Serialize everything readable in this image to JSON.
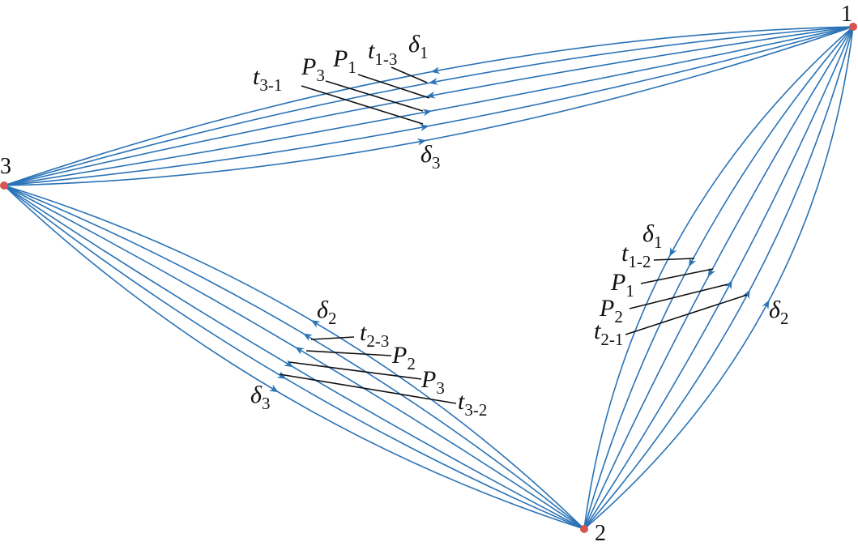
{
  "colors": {
    "curve": "#2a73b6",
    "node": "#d9534f",
    "text": "#111111"
  },
  "nodes": [
    {
      "id": "1",
      "label": "1"
    },
    {
      "id": "2",
      "label": "2"
    },
    {
      "id": "3",
      "label": "3"
    }
  ],
  "edges": [
    {
      "from": "1",
      "to": "3",
      "curves": [
        {
          "label": "δ1",
          "direction": "to-3"
        },
        {
          "label": "t1-3",
          "direction": "to-3"
        },
        {
          "label": "P1",
          "direction": "to-3"
        },
        {
          "label": "P3",
          "direction": "to-1"
        },
        {
          "label": "t3-1",
          "direction": "to-1"
        },
        {
          "label": "δ3",
          "direction": "to-1"
        }
      ]
    },
    {
      "from": "1",
      "to": "2",
      "curves": [
        {
          "label": "δ1",
          "direction": "to-2"
        },
        {
          "label": "t1-2",
          "direction": "to-2"
        },
        {
          "label": "P1",
          "direction": "to-2"
        },
        {
          "label": "P2",
          "direction": "to-1"
        },
        {
          "label": "t2-1",
          "direction": "to-1"
        },
        {
          "label": "δ2",
          "direction": "to-1"
        }
      ]
    },
    {
      "from": "2",
      "to": "3",
      "curves": [
        {
          "label": "δ2",
          "direction": "to-3"
        },
        {
          "label": "t2-3",
          "direction": "to-3"
        },
        {
          "label": "P2",
          "direction": "to-3"
        },
        {
          "label": "P3",
          "direction": "to-2"
        },
        {
          "label": "t3-2",
          "direction": "to-2"
        },
        {
          "label": "δ3",
          "direction": "to-2"
        }
      ]
    }
  ],
  "labels": {
    "top": {
      "d1": {
        "base": "δ",
        "sub": "1"
      },
      "t13": {
        "base": "t",
        "sub": "1-3"
      },
      "p1": {
        "base": "P",
        "sub": "1"
      },
      "p3": {
        "base": "P",
        "sub": "3"
      },
      "t31": {
        "base": "t",
        "sub": "3-1"
      },
      "d3": {
        "base": "δ",
        "sub": "3"
      }
    },
    "right": {
      "d1": {
        "base": "δ",
        "sub": "1"
      },
      "t12": {
        "base": "t",
        "sub": "1-2"
      },
      "p1": {
        "base": "P",
        "sub": "1"
      },
      "p2": {
        "base": "P",
        "sub": "2"
      },
      "t21": {
        "base": "t",
        "sub": "2-1"
      },
      "d2": {
        "base": "δ",
        "sub": "2"
      }
    },
    "bottom": {
      "d2": {
        "base": "δ",
        "sub": "2"
      },
      "t23": {
        "base": "t",
        "sub": "2-3"
      },
      "p2": {
        "base": "P",
        "sub": "2"
      },
      "p3": {
        "base": "P",
        "sub": "3"
      },
      "t32": {
        "base": "t",
        "sub": "3-2"
      },
      "d3": {
        "base": "δ",
        "sub": "3"
      }
    }
  }
}
